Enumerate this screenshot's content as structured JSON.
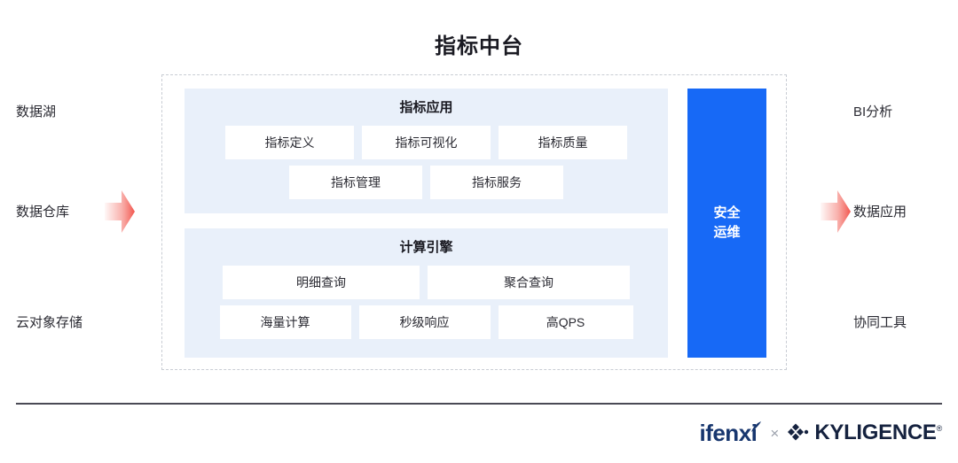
{
  "title": "指标中台",
  "left_labels": [
    "数据湖",
    "数据仓库",
    "云对象存储"
  ],
  "right_labels": [
    "BI分析",
    "数据应用",
    "协同工具"
  ],
  "panels": {
    "apps": {
      "title": "指标应用",
      "row1": [
        "指标定义",
        "指标可视化",
        "指标质量"
      ],
      "row2": [
        "指标管理",
        "指标服务"
      ]
    },
    "engine": {
      "title": "计算引擎",
      "row1": [
        "明细查询",
        "聚合查询"
      ],
      "row2": [
        "海量计算",
        "秒级响应",
        "高QPS"
      ]
    }
  },
  "security_bar": {
    "line1": "安全",
    "line2": "运维"
  },
  "footer": {
    "brand_left": "ifenxi",
    "separator": "×",
    "brand_right": "KYLIGENCE",
    "registered": "®"
  },
  "colors": {
    "panel_bg": "#e9f0fa",
    "chip_bg": "#ffffff",
    "security_blue": "#1769f6",
    "arrow_pink": "#f4766e",
    "dashed_border": "#c9cdd4",
    "footer_rule": "#4a4a55",
    "ifenxi_navy": "#17366e",
    "kyligence_navy": "#15223f"
  }
}
